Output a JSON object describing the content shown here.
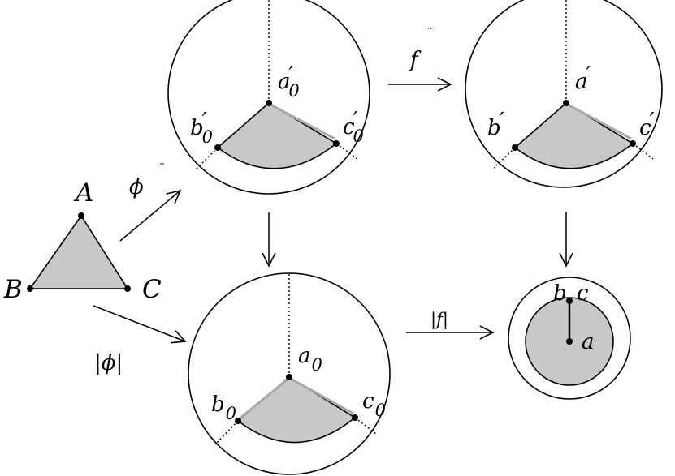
{
  "triangle": {
    "A": "A",
    "B": "B",
    "C": "C"
  },
  "top_left": {
    "a": "a",
    "a_sub": "0",
    "b": "b",
    "b_sub": "0",
    "c": "c",
    "c_sub": "0"
  },
  "top_right": {
    "a": "a",
    "b": "b",
    "c": "c"
  },
  "bottom_left": {
    "a": "a",
    "a_sub": "0",
    "b": "b",
    "b_sub": "0",
    "c": "c",
    "c_sub": "0"
  },
  "bottom_right": {
    "a": "a",
    "b": "b",
    "c": "c"
  },
  "prime": "′",
  "arrows": {
    "phi_tilde": "ϕ",
    "phi_abs": "|ϕ|",
    "f_tilde": "f",
    "f_abs": "|f|",
    "tilde": "˜"
  }
}
